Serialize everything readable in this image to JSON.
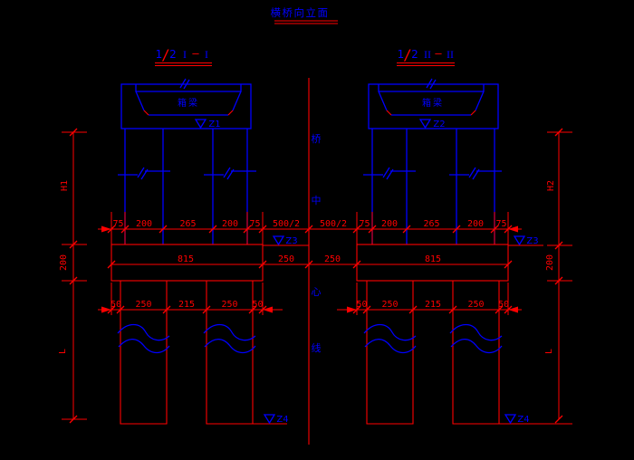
{
  "colors": {
    "background": "#000000",
    "line_red": "#ff0000",
    "line_blue": "#0000ff"
  },
  "title": {
    "text": "横桥向立面"
  },
  "section_labels": {
    "left": {
      "numerator": "1",
      "slash": "/",
      "denominator": "2",
      "section_a": "I",
      "dash": "—",
      "section_b": "I"
    },
    "right": {
      "numerator": "1",
      "slash": "/",
      "denominator": "2",
      "section_a": "II",
      "dash": "—",
      "section_b": "II"
    }
  },
  "centerline": {
    "chars": [
      "桥",
      "中",
      "心",
      "线"
    ]
  },
  "left_pier": {
    "girder_label": "箱梁",
    "cap_elevation": "Z1",
    "footing_elevation": "Z3",
    "pile_tip_elevation": "Z4",
    "top_dims": [
      "75",
      "200",
      "265",
      "200",
      "75"
    ],
    "half_span_dim": "500/2",
    "footing_width_dim": "815",
    "footing_half_dim": "250",
    "pile_dims": [
      "50",
      "250",
      "215",
      "250",
      "50"
    ],
    "column_height_dim": "H1",
    "footing_height_dim": "200",
    "pile_length_dim": "L"
  },
  "right_pier": {
    "girder_label": "箱梁",
    "cap_elevation": "Z2",
    "footing_elevation": "Z3",
    "pile_tip_elevation": "Z4",
    "top_dims": [
      "75",
      "200",
      "265",
      "200",
      "75"
    ],
    "half_span_dim": "500/2",
    "footing_width_dim": "815",
    "footing_half_dim": "250",
    "pile_dims": [
      "50",
      "250",
      "215",
      "250",
      "50"
    ],
    "column_height_dim": "H2",
    "footing_height_dim": "200",
    "pile_length_dim": "L"
  }
}
